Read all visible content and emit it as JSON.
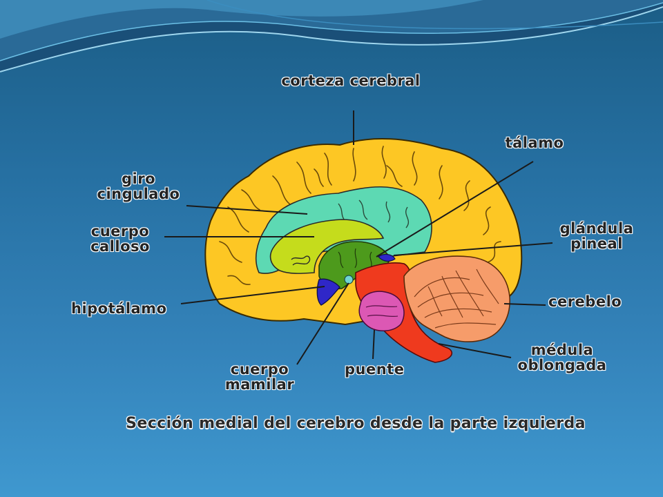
{
  "diagram": {
    "labels": {
      "corteza_cerebral": "corteza cerebral",
      "talamo": "tálamo",
      "giro_cingulado_1": "giro",
      "giro_cingulado_2": "cingulado",
      "cuerpo_calloso_1": "cuerpo",
      "cuerpo_calloso_2": "calloso",
      "glandula_pineal_1": "glándula",
      "glandula_pineal_2": "pineal",
      "hipotalamo": "hipotálamo",
      "cerebelo": "cerebelo",
      "medula_oblongada_1": "médula",
      "medula_oblongada_2": "oblongada",
      "cuerpo_mamilar_1": "cuerpo",
      "cuerpo_mamilar_2": "mamilar",
      "puente": "puente"
    },
    "caption": "Sección medial del cerebro desde la parte izquierda",
    "colors": {
      "cortex": "#fdc724",
      "cingulate": "#5dd9b3",
      "corpus_callosum": "#c5dc1c",
      "thalamus": "#4d9a1c",
      "hypothalamus": "#2f27c8",
      "pineal": "#2f27c8",
      "cerebellum": "#f69c6a",
      "brainstem": "#ef3a1e",
      "pons": "#dc58b4",
      "mammillary": "#6fd6d2"
    }
  }
}
